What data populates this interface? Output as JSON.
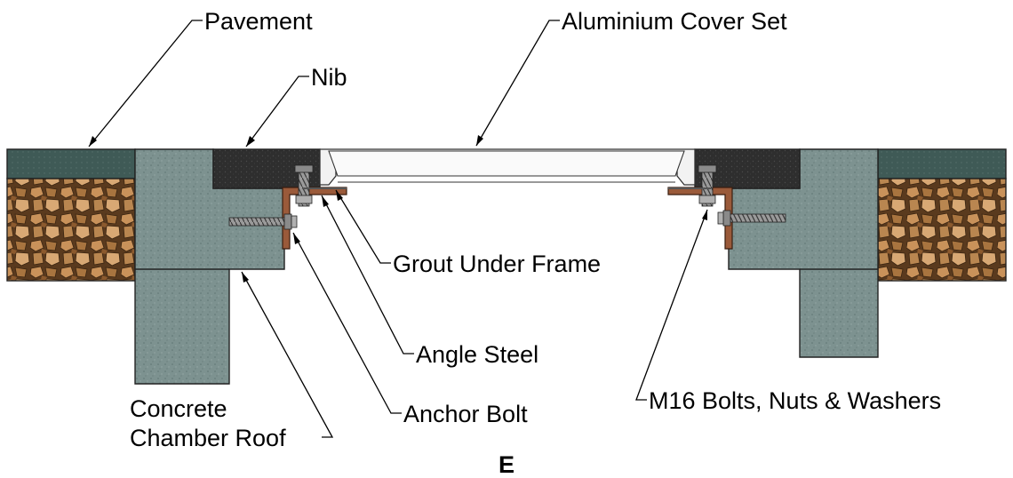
{
  "labels": {
    "pavement": "Pavement",
    "cover_set": "Aluminium Cover Set",
    "nib": "Nib",
    "grout": "Grout Under Frame",
    "angle_steel": "Angle Steel",
    "anchor_bolt": "Anchor Bolt",
    "roof_line1": "Concrete",
    "roof_line2": "Chamber Roof",
    "m16": "M16 Bolts, Nuts & Washers"
  },
  "figure_letter": "E",
  "colors": {
    "pavement": "#3f5a56",
    "concrete": "#7d9290",
    "nib": "#2e2e2e",
    "aggregate": "#a8743f",
    "angle_steel": "#9a5a3a",
    "bolt": "#8a8a8a",
    "cover_set": "#f2f2f2"
  }
}
